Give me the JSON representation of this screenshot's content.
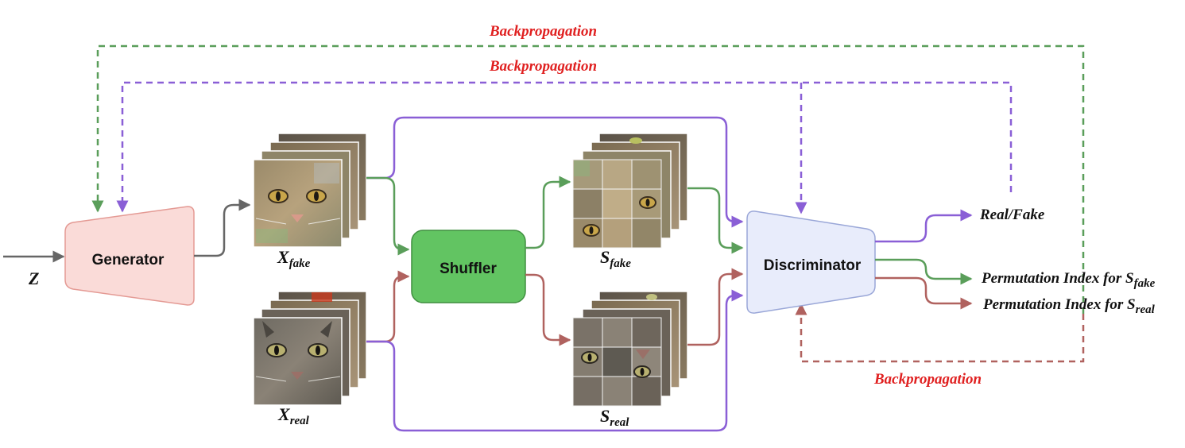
{
  "labels": {
    "backprop_top": "Backpropagation",
    "backprop_mid": "Backpropagation",
    "backprop_bottom": "Backpropagation",
    "z": "Z",
    "generator": "Generator",
    "shuffler": "Shuffler",
    "discriminator": "Discriminator",
    "x_fake_main": "X",
    "x_fake_sub": "fake",
    "x_real_main": "X",
    "x_real_sub": "real",
    "s_fake_main": "S",
    "s_fake_sub": "fake",
    "s_real_main": "S",
    "s_real_sub": "real",
    "out_real_fake": "Real/Fake",
    "out_perm_fake_main": "Permutation Index for S",
    "out_perm_fake_sub": "fake",
    "out_perm_real_main": "Permutation Index for S",
    "out_perm_real_sub": "real"
  },
  "colors": {
    "green": "#5a9e5a",
    "purple": "#8a5fd6",
    "red": "#b0625f",
    "gray": "#666666",
    "backprop_text": "#e02020",
    "generator_fill": "#fadbd8",
    "generator_stroke": "#e49a94",
    "shuffler_fill": "#62c462",
    "shuffler_stroke": "#3f8f3f",
    "discriminator_fill": "#e8ecfb",
    "discriminator_stroke": "#9aa7d8"
  }
}
